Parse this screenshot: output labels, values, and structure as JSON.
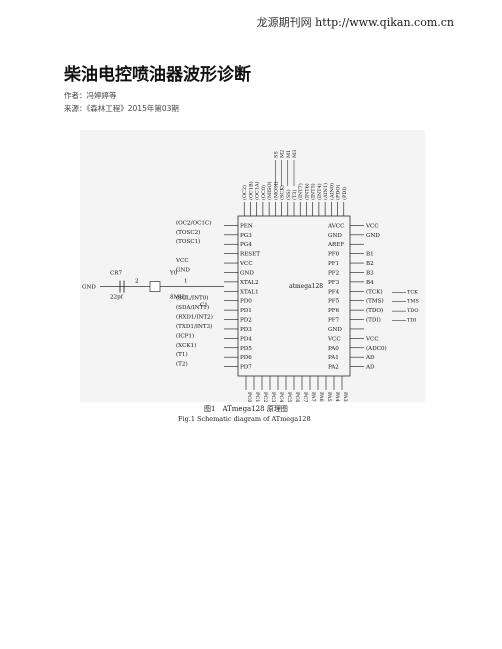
{
  "header": {
    "site_name": "龙源期刊网",
    "url": "http://www.qikan.com.cn"
  },
  "article": {
    "title": "柴油电控喷油器波形诊断",
    "author": "作者：冯婷婷等",
    "source": "来源：《森林工程》2015年第03期"
  },
  "figure": {
    "caption_cn": "图1　ATmega128 原理图",
    "caption_en": "Fig.1 Schematic diagram of ATmega128",
    "chip_label": "atmega128",
    "left_pins": [
      "PEN",
      "PG3",
      "PG4",
      "RESET",
      "VCC",
      "GND",
      "XTAL2",
      "XTAL1",
      "PD0",
      "PD1",
      "PD2",
      "PD3",
      "PD4",
      "PD5",
      "PD6",
      "PD7"
    ],
    "right_pins": [
      "AVCC",
      "GND",
      "AREF",
      "PF0",
      "PF1",
      "PF2",
      "PF3",
      "PF4",
      "PF5",
      "PF6",
      "PF7",
      "GND",
      "VCC",
      "PA0",
      "PA1",
      "PA2"
    ],
    "left_labels": [
      "(OC2/OC1C)",
      "(TOSC2)",
      "(TOSC1)",
      "",
      "VCC",
      "GND",
      "",
      "",
      "(SCL/INT0)",
      "(SDA/INT1)",
      "(RXD1/INT2)",
      "(TXD1/INT3)",
      "(ICP1)",
      "(XCK1)",
      "(T1)",
      "(T2)"
    ],
    "right_labels": [
      "VCC",
      "GND",
      "",
      "B1",
      "B2",
      "B3",
      "B4",
      "(TCK)",
      "(TMS)",
      "(TDO)",
      "(TDI)",
      "",
      "VCC",
      "(ADC0)",
      "AD",
      "AD"
    ],
    "right_nets": [
      "TCK",
      "TMS",
      "TDO",
      "TDI"
    ],
    "top_labels": [
      "(OC2)",
      "(OC1B)",
      "(OC1A)",
      "(OC0)",
      "(MISO)",
      "(MOSI)",
      "(SCK)",
      "(SS)",
      "(T3)",
      "(INT7)",
      "(INT6)",
      "(INT5)",
      "(INT4)",
      "(AIN1)",
      "(AIN0)",
      "(PDO)",
      "(PDI)"
    ],
    "top_nets": [
      "SS",
      "M2",
      "M1",
      "M3"
    ],
    "bottom_labels": [
      "PC0",
      "PC1",
      "PC2",
      "PC3",
      "PC4",
      "PC5",
      "PC6",
      "PC7",
      "PA7",
      "PA6",
      "PA5",
      "PA4",
      "PA3"
    ],
    "crystal": {
      "name": "Y0",
      "value": "8MHz"
    },
    "cap_ref": "CR7",
    "cap_value": "22pf",
    "cap_ref2": "C1",
    "gnd_label": "GND",
    "node_labels": [
      "2",
      "1"
    ]
  }
}
